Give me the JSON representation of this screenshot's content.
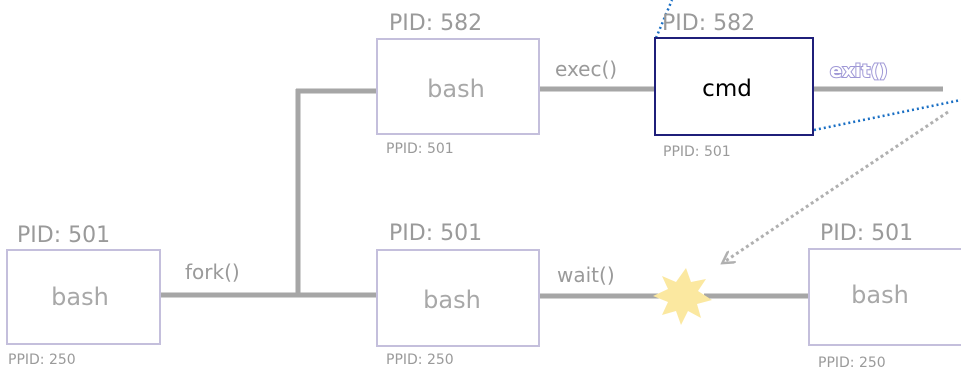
{
  "processes": {
    "parent_left": {
      "pid": "PID: 501",
      "name": "bash",
      "ppid": "PPID: 250"
    },
    "child_top": {
      "pid": "PID: 582",
      "name": "bash",
      "ppid": "PPID: 501"
    },
    "cmd_top": {
      "pid": "PID: 582",
      "name": "cmd",
      "ppid": "PPID: 501"
    },
    "parent_mid": {
      "pid": "PID: 501",
      "name": "bash",
      "ppid": "PPID: 250"
    },
    "parent_right": {
      "pid": "PID: 501",
      "name": "bash",
      "ppid": "PPID: 250"
    }
  },
  "calls": {
    "fork": "fork()",
    "exec": "exec()",
    "wait": "wait()",
    "exit": "exit()"
  },
  "colors": {
    "line": "#a6a6a6",
    "box_border": "#c4bfdc",
    "active_border": "#1f1f7a",
    "dotted": "#1a6fc4",
    "arrow": "#b0b0b0",
    "burst": "#fbe8a0"
  },
  "icons": {
    "burst": "signal-burst-icon"
  }
}
